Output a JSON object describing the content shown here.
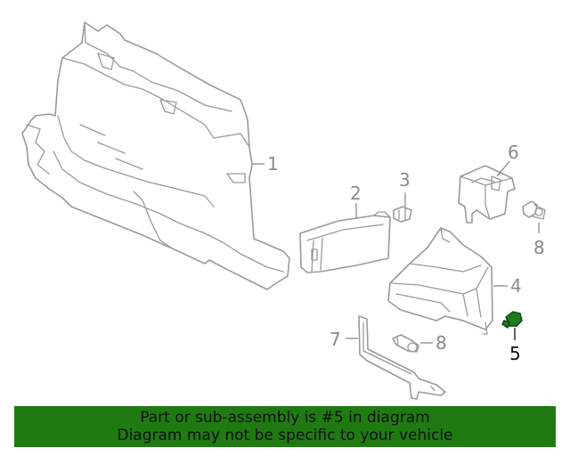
{
  "callouts": {
    "c1": "1",
    "c2": "2",
    "c3": "3",
    "c4": "4",
    "c5": "5",
    "c6": "6",
    "c7": "7",
    "c8a": "8",
    "c8b": "8"
  },
  "banner": {
    "line1": "Part or sub-assembly is #5 in diagram",
    "line2": "Diagram may not be specific to your vehicle"
  },
  "colors": {
    "banner_bg": "#1f7a12",
    "highlight_part": "#1f7a1f",
    "line_art": "#9a9a9a"
  }
}
